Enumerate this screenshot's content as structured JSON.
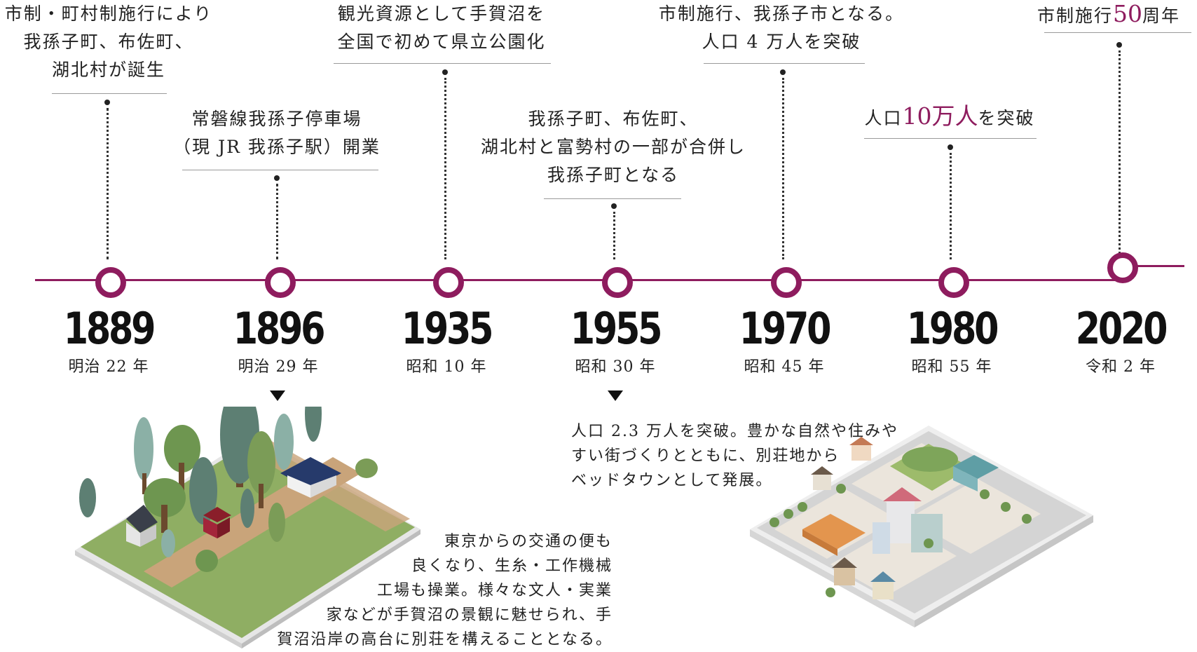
{
  "events": [
    {
      "year": "1889",
      "era": "明治 22 年",
      "lines": [
        "市制・町村制施行により",
        "我孫子町、布佐町、",
        "湖北村が誕生"
      ]
    },
    {
      "year": "1896",
      "era": "明治 29 年",
      "lines": [
        "常磐線我孫子停車場",
        "（現 JR 我孫子駅）開業"
      ]
    },
    {
      "year": "1935",
      "era": "昭和 10 年",
      "lines": [
        "観光資源として手賀沼を",
        "全国で初めて県立公園化"
      ]
    },
    {
      "year": "1955",
      "era": "昭和 30 年",
      "lines": [
        "我孫子町、布佐町、",
        "湖北村と富勢村の一部が合併し",
        "我孫子町となる"
      ]
    },
    {
      "year": "1970",
      "era": "昭和 45 年",
      "lines": [
        "市制施行、我孫子市となる。",
        "人口 4 万人を突破"
      ]
    },
    {
      "year": "1980",
      "era": "昭和 55 年",
      "line_pre": "人口",
      "line_accent": "10万人",
      "line_post": "を突破"
    },
    {
      "year": "2020",
      "era": "令和 2 年",
      "line_pre": "市制施行",
      "line_accent": "50",
      "line_post": "周年"
    }
  ],
  "description_1896": [
    "東京からの交通の便も",
    "良くなり、生糸・工作機械",
    "工場も操業。様々な文人・実業",
    "家などが手賀沼の景観に魅せられ、手",
    "賀沼沿岸の高台に別荘を構えることとなる。"
  ],
  "description_1955": [
    "人口 2.3 万人を突破。豊かな自然や住みや",
    "すい街づくりとともに、別荘地から",
    "ベッドタウンとして発展。"
  ],
  "colors": {
    "accent": "#8e1c5e",
    "line": "#8e1c5e",
    "grass": "#8fae63",
    "road": "#c9a47a"
  },
  "icons": [
    "triangle-down-icon",
    "timeline-node-icon"
  ]
}
